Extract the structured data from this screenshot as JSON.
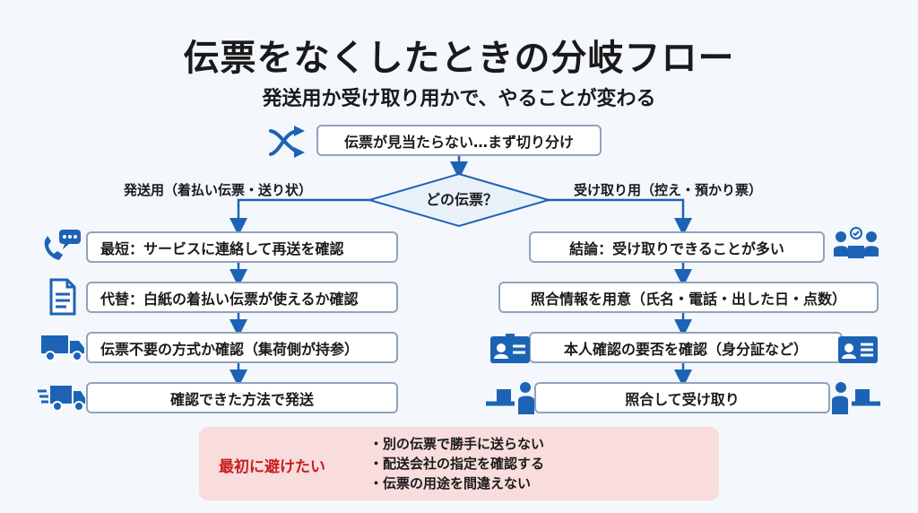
{
  "title": "伝票をなくしたときの分岐フロー",
  "subtitle": "発送用か受け取り用かで、やることが変わる",
  "start_box": "伝票が見当たらない…まず切り分け",
  "decision": "どの伝票？",
  "left_branch": {
    "label": "発送用（着払い伝票・送り状）",
    "steps": [
      {
        "text": "最短：サービスに連絡して再送を確認",
        "icon": "phone-chat-icon"
      },
      {
        "text": "代替：白紙の着払い伝票が使えるか確認",
        "icon": "document-icon"
      },
      {
        "text": "伝票不要の方式か確認（集荷側が持参）",
        "icon": "truck-icon"
      },
      {
        "text": "確認できた方法で発送",
        "icon": "fast-truck-icon"
      }
    ]
  },
  "right_branch": {
    "label": "受け取り用（控え・預かり票）",
    "steps": [
      {
        "text": "結論：受け取りできることが多い",
        "icon": "counter-staff-icon"
      },
      {
        "text": "照合情報を用意（氏名・電話・出した日・点数）"
      },
      {
        "text": "本人確認の要否を確認（身分証など）",
        "icon": "id-card-icon"
      },
      {
        "text": "照合して受け取り",
        "icon": "package-handover-icon"
      }
    ]
  },
  "warning": {
    "heading": "最初に避けたい",
    "items": [
      "別の伝票で勝手に送らない",
      "配送会社の指定を確認する",
      "伝票の用途を間違えない"
    ]
  },
  "colors": {
    "accent": "#1d63b5",
    "box_border": "#8fa3bc",
    "warning_bg": "#f9dcdc",
    "warning_text": "#c81e1e"
  }
}
